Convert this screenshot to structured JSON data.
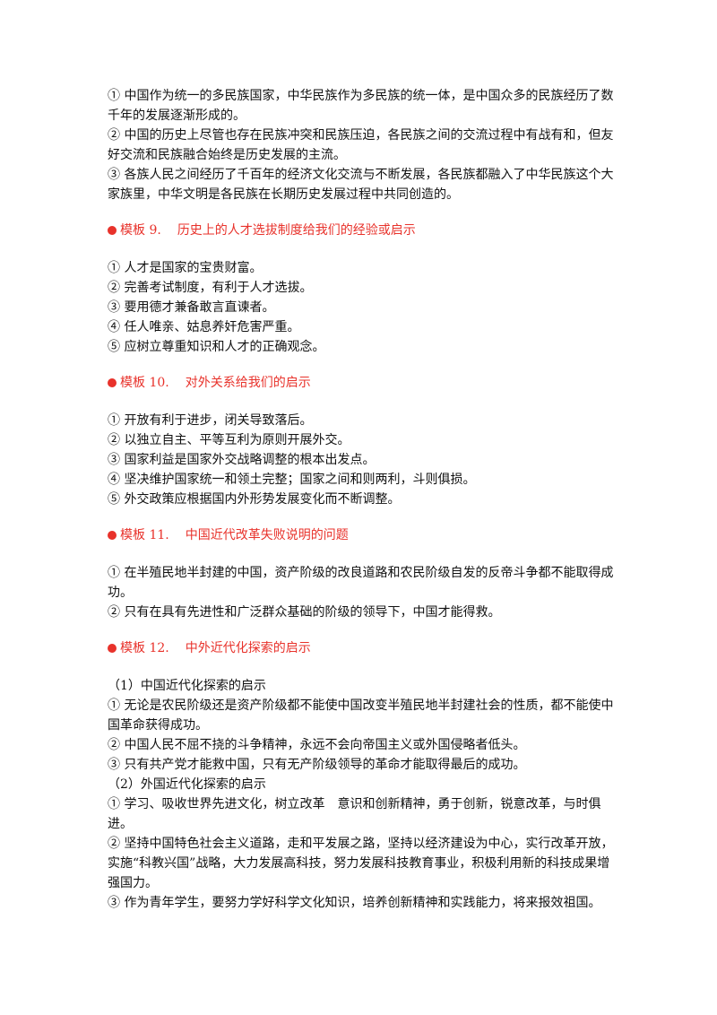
{
  "intro": [
    "① 中国作为统一的多民族国家，中华民族作为多民族的统一体，是中国众多的民族经历了数千年的发展逐渐形成的。",
    "② 中国的历史上尽管也存在民族冲突和民族压迫，各民族之间的交流过程中有战有和，但友好交流和民族融合始终是历史发展的主流。",
    "③ 各族人民之间经历了千百年的经济文化交流与不断发展，各民族都融入了中华民族这个大家族里，中华文明是各民族在长期历史发展过程中共同创造的。"
  ],
  "sections": [
    {
      "heading_label": "模板 9.",
      "heading_title": "历史上的人才选拔制度给我们的经验或启示",
      "items": [
        "① 人才是国家的宝贵财富。",
        "② 完善考试制度，有利于人才选拔。",
        "③ 要用德才兼备敢言直谏者。",
        "④ 任人唯亲、姑息养奸危害严重。",
        "⑤ 应树立尊重知识和人才的正确观念。"
      ]
    },
    {
      "heading_label": "模板 10.",
      "heading_title": "对外关系给我们的启示",
      "items": [
        "① 开放有利于进步，闭关导致落后。",
        "② 以独立自主、平等互利为原则开展外交。",
        "③ 国家利益是国家外交战略调整的根本出发点。",
        "④ 坚决维护国家统一和领土完整；国家之间和则两利，斗则俱损。",
        "⑤ 外交政策应根据国内外形势发展变化而不断调整。"
      ]
    },
    {
      "heading_label": "模板 11.",
      "heading_title": "中国近代改革失败说明的问题",
      "items": [
        "① 在半殖民地半封建的中国，资产阶级的改良道路和农民阶级自发的反帝斗争都不能取得成功。",
        "② 只有在具有先进性和广泛群众基础的阶级的领导下，中国才能得救。"
      ]
    },
    {
      "heading_label": "模板 12.",
      "heading_title": "中外近代化探索的启示",
      "items": [
        "（1）中国近代化探索的启示",
        "① 无论是农民阶级还是资产阶级都不能使中国改变半殖民地半封建社会的性质，都不能使中国革命获得成功。",
        "② 中国人民不屈不挠的斗争精神，永远不会向帝国主义或外国侵略者低头。",
        "③ 只有共产党才能救中国，只有无产阶级领导的革命才能取得最后的成功。",
        "（2）外国近代化探索的启示",
        "① 学习、吸收世界先进文化，树立改革　意识和创新精神，勇于创新，锐意改革，与时俱进。",
        "② 坚持中国特色社会主义道路，走和平发展之路，坚持以经济建设为中心，实行改革开放，实施“科教兴国”战略，大力发展高科技，努力发展科技教育事业，积极利用新的科技成果增强国力。",
        "③ 作为青年学生，要努力学好科学文化知识，培养创新精神和实践能力，将来报效祖国。"
      ]
    }
  ],
  "colors": {
    "heading": "#e8322b",
    "text": "#111111"
  }
}
